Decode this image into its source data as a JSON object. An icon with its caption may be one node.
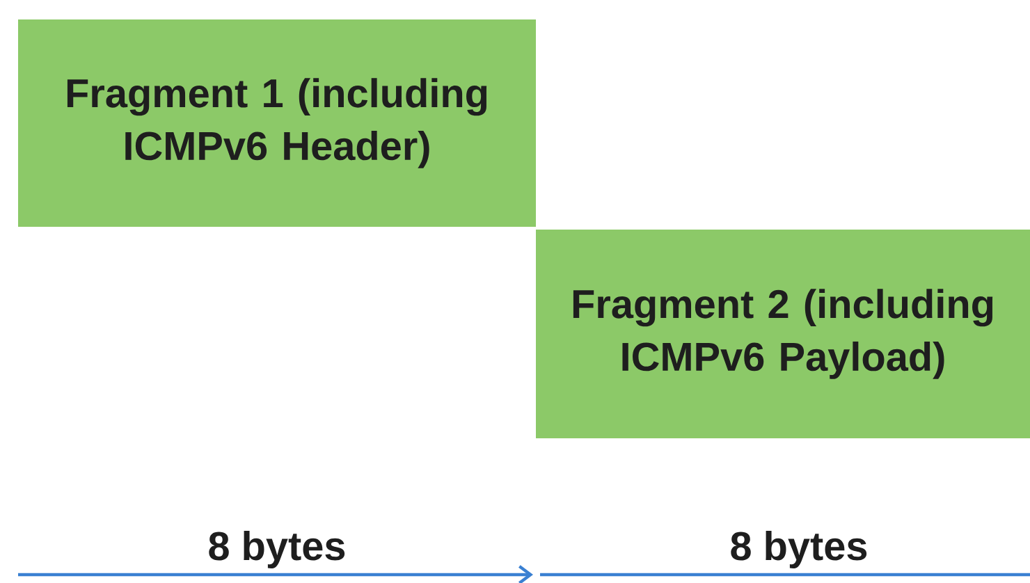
{
  "diagram": {
    "nodes": [
      {
        "text": [
          "Fragment 1 (including ICMPv6 Header)"
        ]
      },
      {
        "text": [
          "Fragment 2 (including ICMPv6 Payload)"
        ]
      }
    ],
    "labels": [
      "8 bytes",
      "8 bytes"
    ]
  }
}
